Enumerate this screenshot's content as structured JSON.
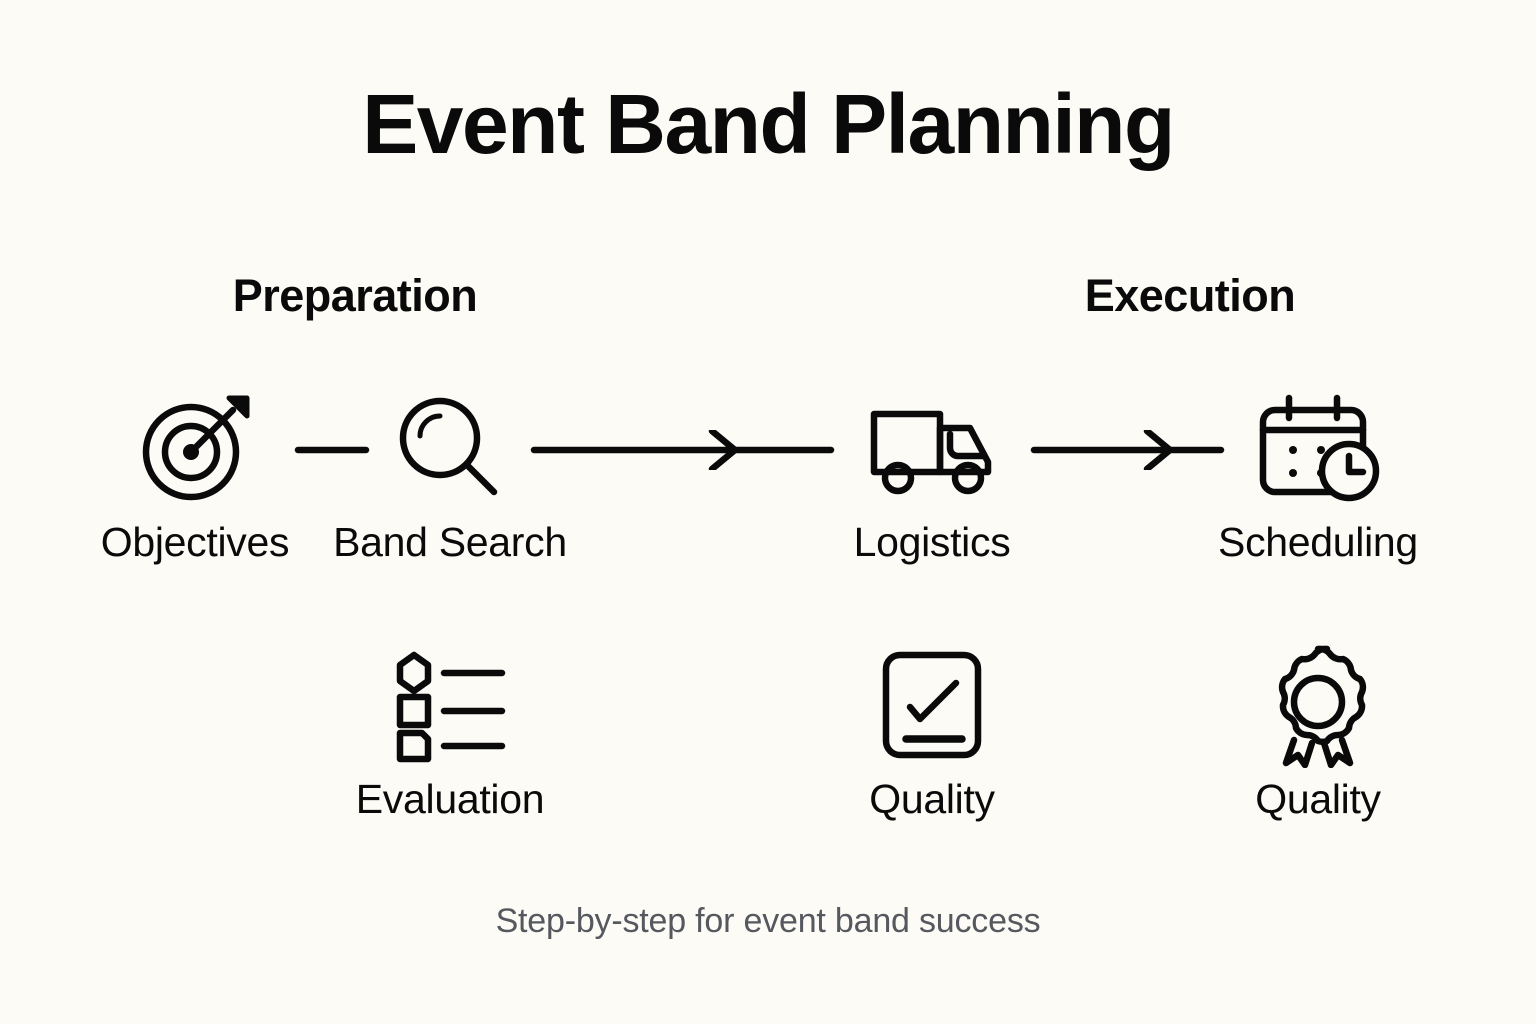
{
  "header": {
    "title": "Event Band Planning"
  },
  "groups": [
    {
      "name": "preparation",
      "label": "Preparation"
    },
    {
      "name": "execution",
      "label": "Execution"
    }
  ],
  "steps_row1": [
    {
      "label": "Objectives",
      "icon": "target-icon"
    },
    {
      "label": "Band Search",
      "icon": "magnifier-icon"
    },
    {
      "label": "Logistics",
      "icon": "delivery-truck-icon"
    },
    {
      "label": "Scheduling",
      "icon": "calendar-clock-icon"
    }
  ],
  "steps_row2": [
    {
      "label": "Evaluation",
      "icon": "checklist-icon"
    },
    {
      "label": "Quality",
      "icon": "check-square-icon"
    },
    {
      "label": "Quality",
      "icon": "award-ribbon-icon"
    }
  ],
  "connectors": [
    {
      "name": "dash-connector",
      "kind": "dash"
    },
    {
      "name": "arrow-connector-1",
      "kind": "arrow"
    },
    {
      "name": "arrow-connector-2",
      "kind": "arrow"
    }
  ],
  "footer": {
    "caption": "Step-by-step for event band success"
  },
  "colors": {
    "background": "#FCFBF6",
    "ink": "#0A0A0A",
    "muted_text": "#55585E"
  }
}
